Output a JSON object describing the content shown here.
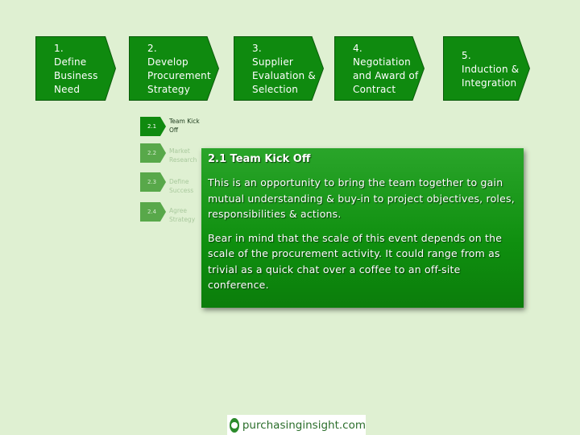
{
  "steps": [
    {
      "label": "1.\nDefine\nBusiness\nNeed"
    },
    {
      "label": "2.\nDevelop\nProcurement\nStrategy"
    },
    {
      "label": "3.\nSupplier\nEvaluation &\nSelection"
    },
    {
      "label": "4.\nNegotiation\nand Award of\nContract"
    },
    {
      "label": "5.\nInduction &\nIntegration"
    }
  ],
  "substeps": [
    {
      "num": "2.1",
      "label": "Team Kick\nOff"
    },
    {
      "num": "2.2",
      "label": "Market\nResearch"
    },
    {
      "num": "2.3",
      "label": "Define\nSuccess"
    },
    {
      "num": "2.4",
      "label": "Agree\nStrategy"
    }
  ],
  "panel": {
    "title": "2.1 Team Kick Off",
    "para1": "This is an opportunity to bring the team together to gain mutual understanding & buy-in to project objectives, roles, responsibilities & actions.",
    "para2": "Bear in mind that the scale of this event depends on the scale of the procurement activity. It could range from as trivial as a quick chat over a coffee to an off-site conference."
  },
  "logo": {
    "text": "purchasinginsight.com"
  }
}
